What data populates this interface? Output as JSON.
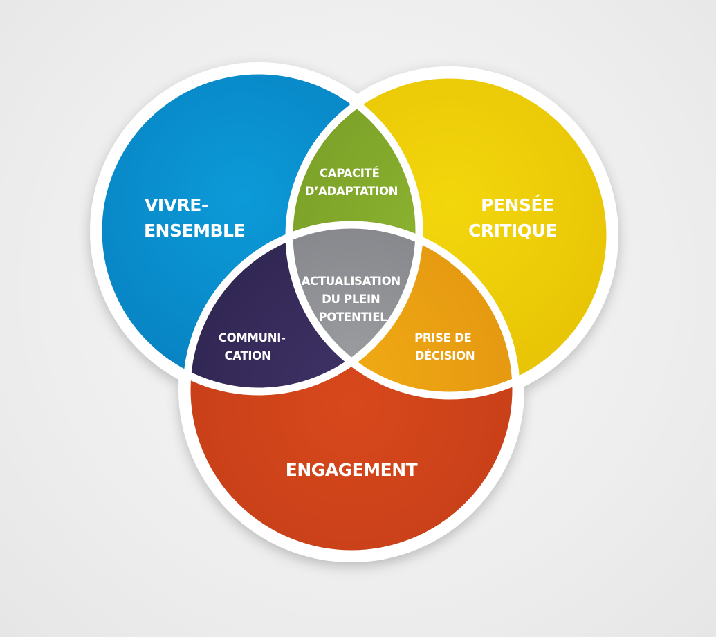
{
  "diagram": {
    "circles": {
      "blue": {
        "lines": [
          "VIVRE-",
          "ENSEMBLE"
        ],
        "color": "#0a8fd0"
      },
      "yellow": {
        "lines": [
          "PENSÉE",
          "CRITIQUE"
        ],
        "color": "#f0cf0a"
      },
      "red": {
        "lines": [
          "ENGAGEMENT"
        ],
        "color": "#d4461c"
      }
    },
    "intersections": {
      "blue_yellow": {
        "lines": [
          "CAPACITÉ",
          "D’ADAPTATION"
        ],
        "color": "#86ab2c"
      },
      "blue_red": {
        "lines": [
          "COMMUNI-",
          "CATION"
        ],
        "color": "#3a2d5e"
      },
      "yellow_red": {
        "lines": [
          "PRISE DE",
          "DÉCISION"
        ],
        "color": "#eda415"
      },
      "center": {
        "lines": [
          "ACTUALISATION",
          "DU PLEIN",
          "POTENTIEL"
        ],
        "color": "#8f9094"
      }
    }
  }
}
